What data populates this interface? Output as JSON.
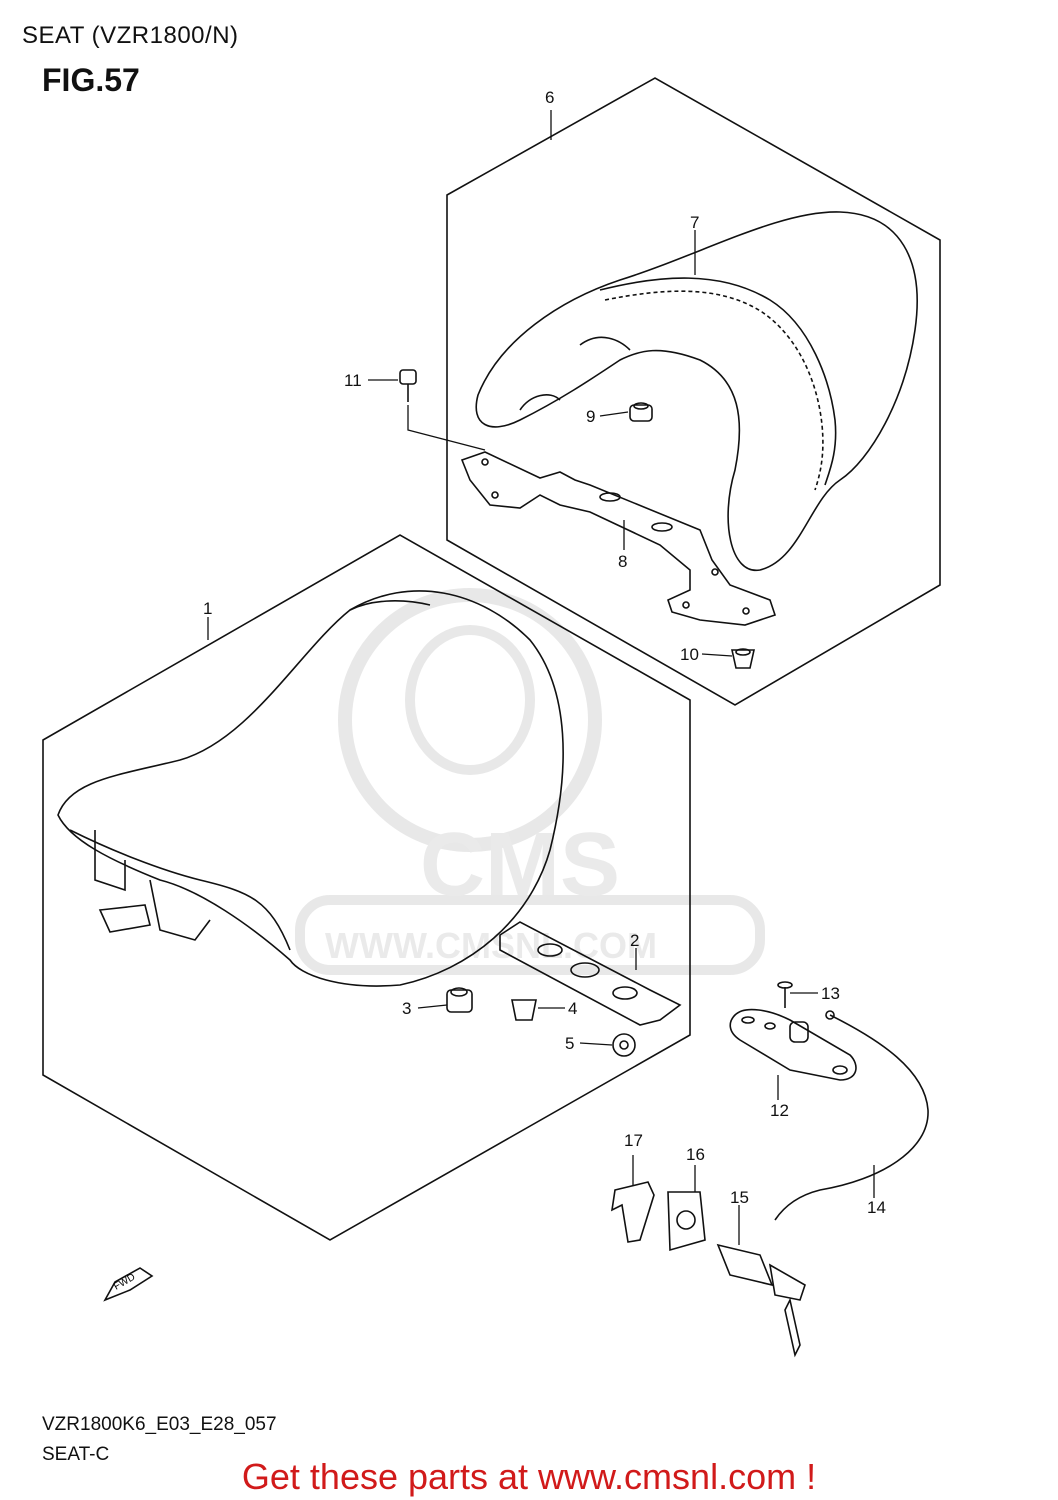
{
  "header": {
    "title": "SEAT (VZR1800/N)",
    "figure": "FIG.57"
  },
  "watermark": {
    "brand": "CMS",
    "url": "WWW.CMSNL.COM"
  },
  "diagram": {
    "callouts": [
      "1",
      "2",
      "3",
      "4",
      "5",
      "6",
      "7",
      "8",
      "9",
      "10",
      "11",
      "12",
      "13",
      "14",
      "15",
      "16",
      "17"
    ],
    "direction_label": "FWD"
  },
  "footer": {
    "code": "VZR1800K6_E03_E28_057",
    "subtitle": "SEAT-C"
  },
  "promo": {
    "text": "Get these parts at www.cmsnl.com !",
    "color": "#d11a1a"
  }
}
